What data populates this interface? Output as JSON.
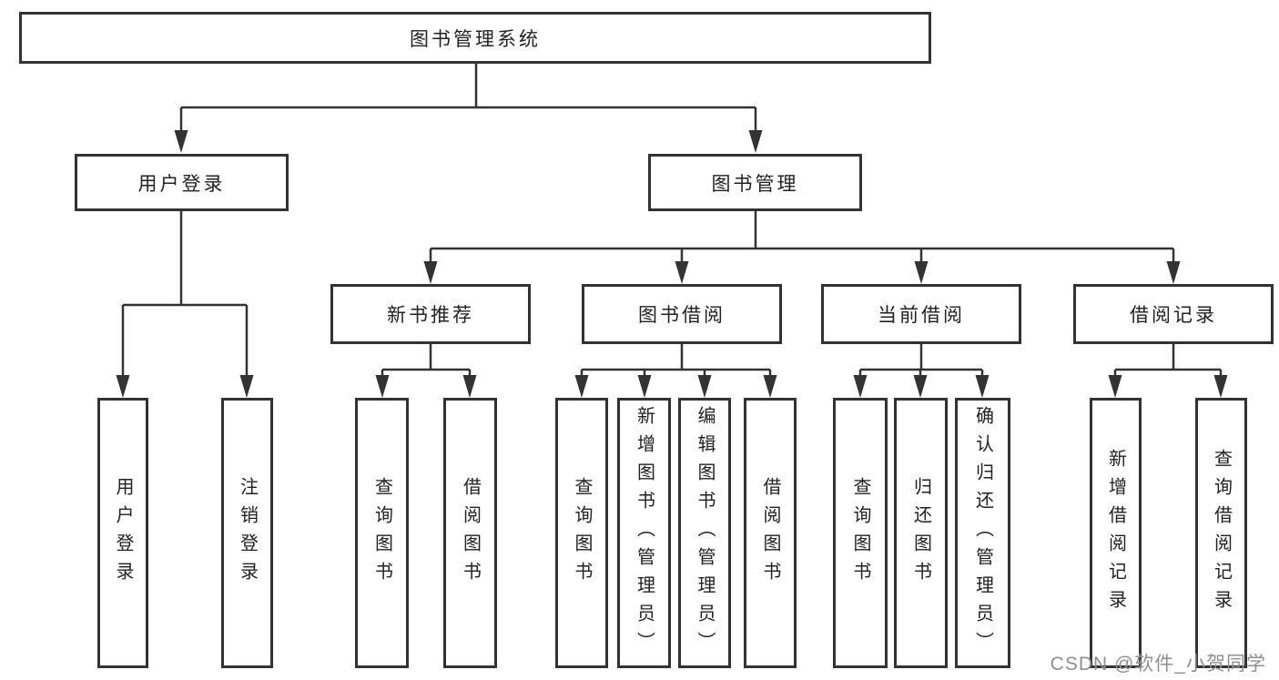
{
  "nodes": {
    "root": "图书管理系统",
    "l2": [
      "用户登录",
      "图书管理"
    ],
    "l3": [
      "新书推荐",
      "图书借阅",
      "当前借阅",
      "借阅记录"
    ],
    "leaves": [
      "用户登录",
      "注销登录",
      "查询图书",
      "借阅图书",
      "查询图书",
      "新增图书（管理员）",
      "编辑图书（管理员）",
      "借阅图书",
      "查询图书",
      "归还图书",
      "确认归还（管理员）",
      "新增借阅记录",
      "查询借阅记录"
    ]
  },
  "watermark": "CSDN @软件_小贺同学",
  "colors": {
    "line": "#333333",
    "text": "#222222",
    "watermark": "#8f8f8f",
    "background": "#ffffff"
  }
}
